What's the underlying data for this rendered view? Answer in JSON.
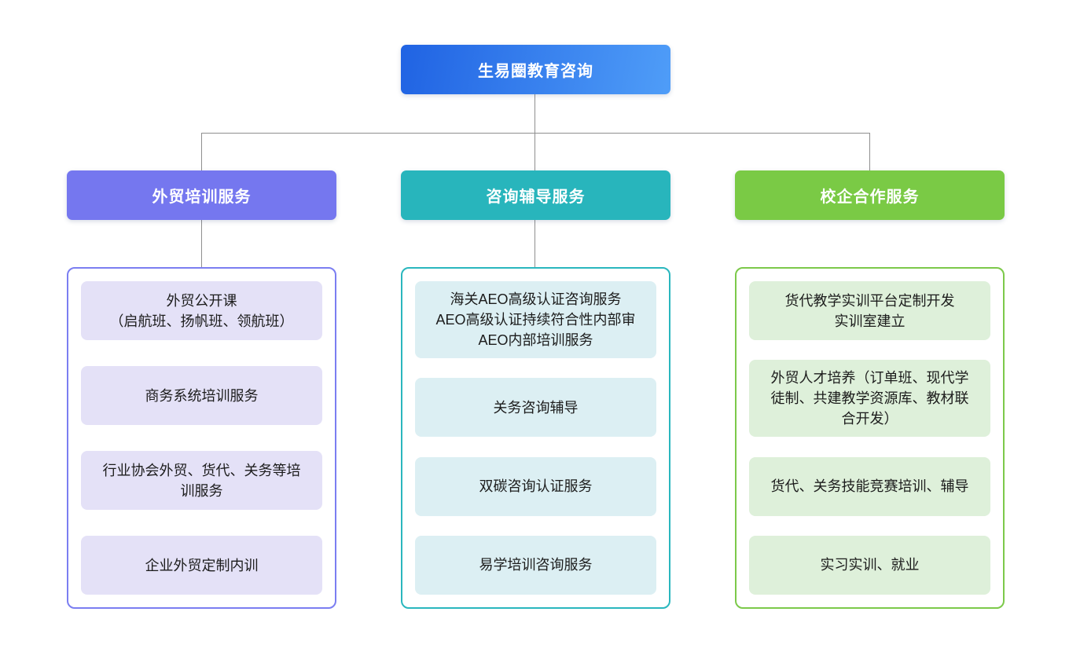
{
  "root": {
    "label": "生易圈教育咨询"
  },
  "colors": {
    "root_gradient_from": "#2063e3",
    "root_gradient_to": "#4f9df8",
    "branch_trade_training": "#7577ef",
    "branch_consulting": "#28b5bc",
    "branch_school_enterprise": "#7aca45",
    "item_bg_trade_training": "#e4e1f7",
    "item_bg_consulting": "#dceff3",
    "item_bg_school_enterprise": "#def0da",
    "connector": "#8f8f8f"
  },
  "branches": [
    {
      "label": "外贸培训服务",
      "items": [
        "外贸公开课\n（启航班、扬帆班、领航班）",
        "商务系统培训服务",
        "行业协会外贸、货代、关务等培训服务",
        "企业外贸定制内训"
      ]
    },
    {
      "label": "咨询辅导服务",
      "items": [
        "海关AEO高级认证咨询服务\nAEO高级认证持续符合性内部审\nAEO内部培训服务",
        "关务咨询辅导",
        "双碳咨询认证服务",
        "易学培训咨询服务"
      ]
    },
    {
      "label": "校企合作服务",
      "items": [
        "货代教学实训平台定制开发\n实训室建立",
        "外贸人才培养（订单班、现代学徒制、共建教学资源库、教材联合开发）",
        "货代、关务技能竞赛培训、辅导",
        "实习实训、就业"
      ]
    }
  ]
}
